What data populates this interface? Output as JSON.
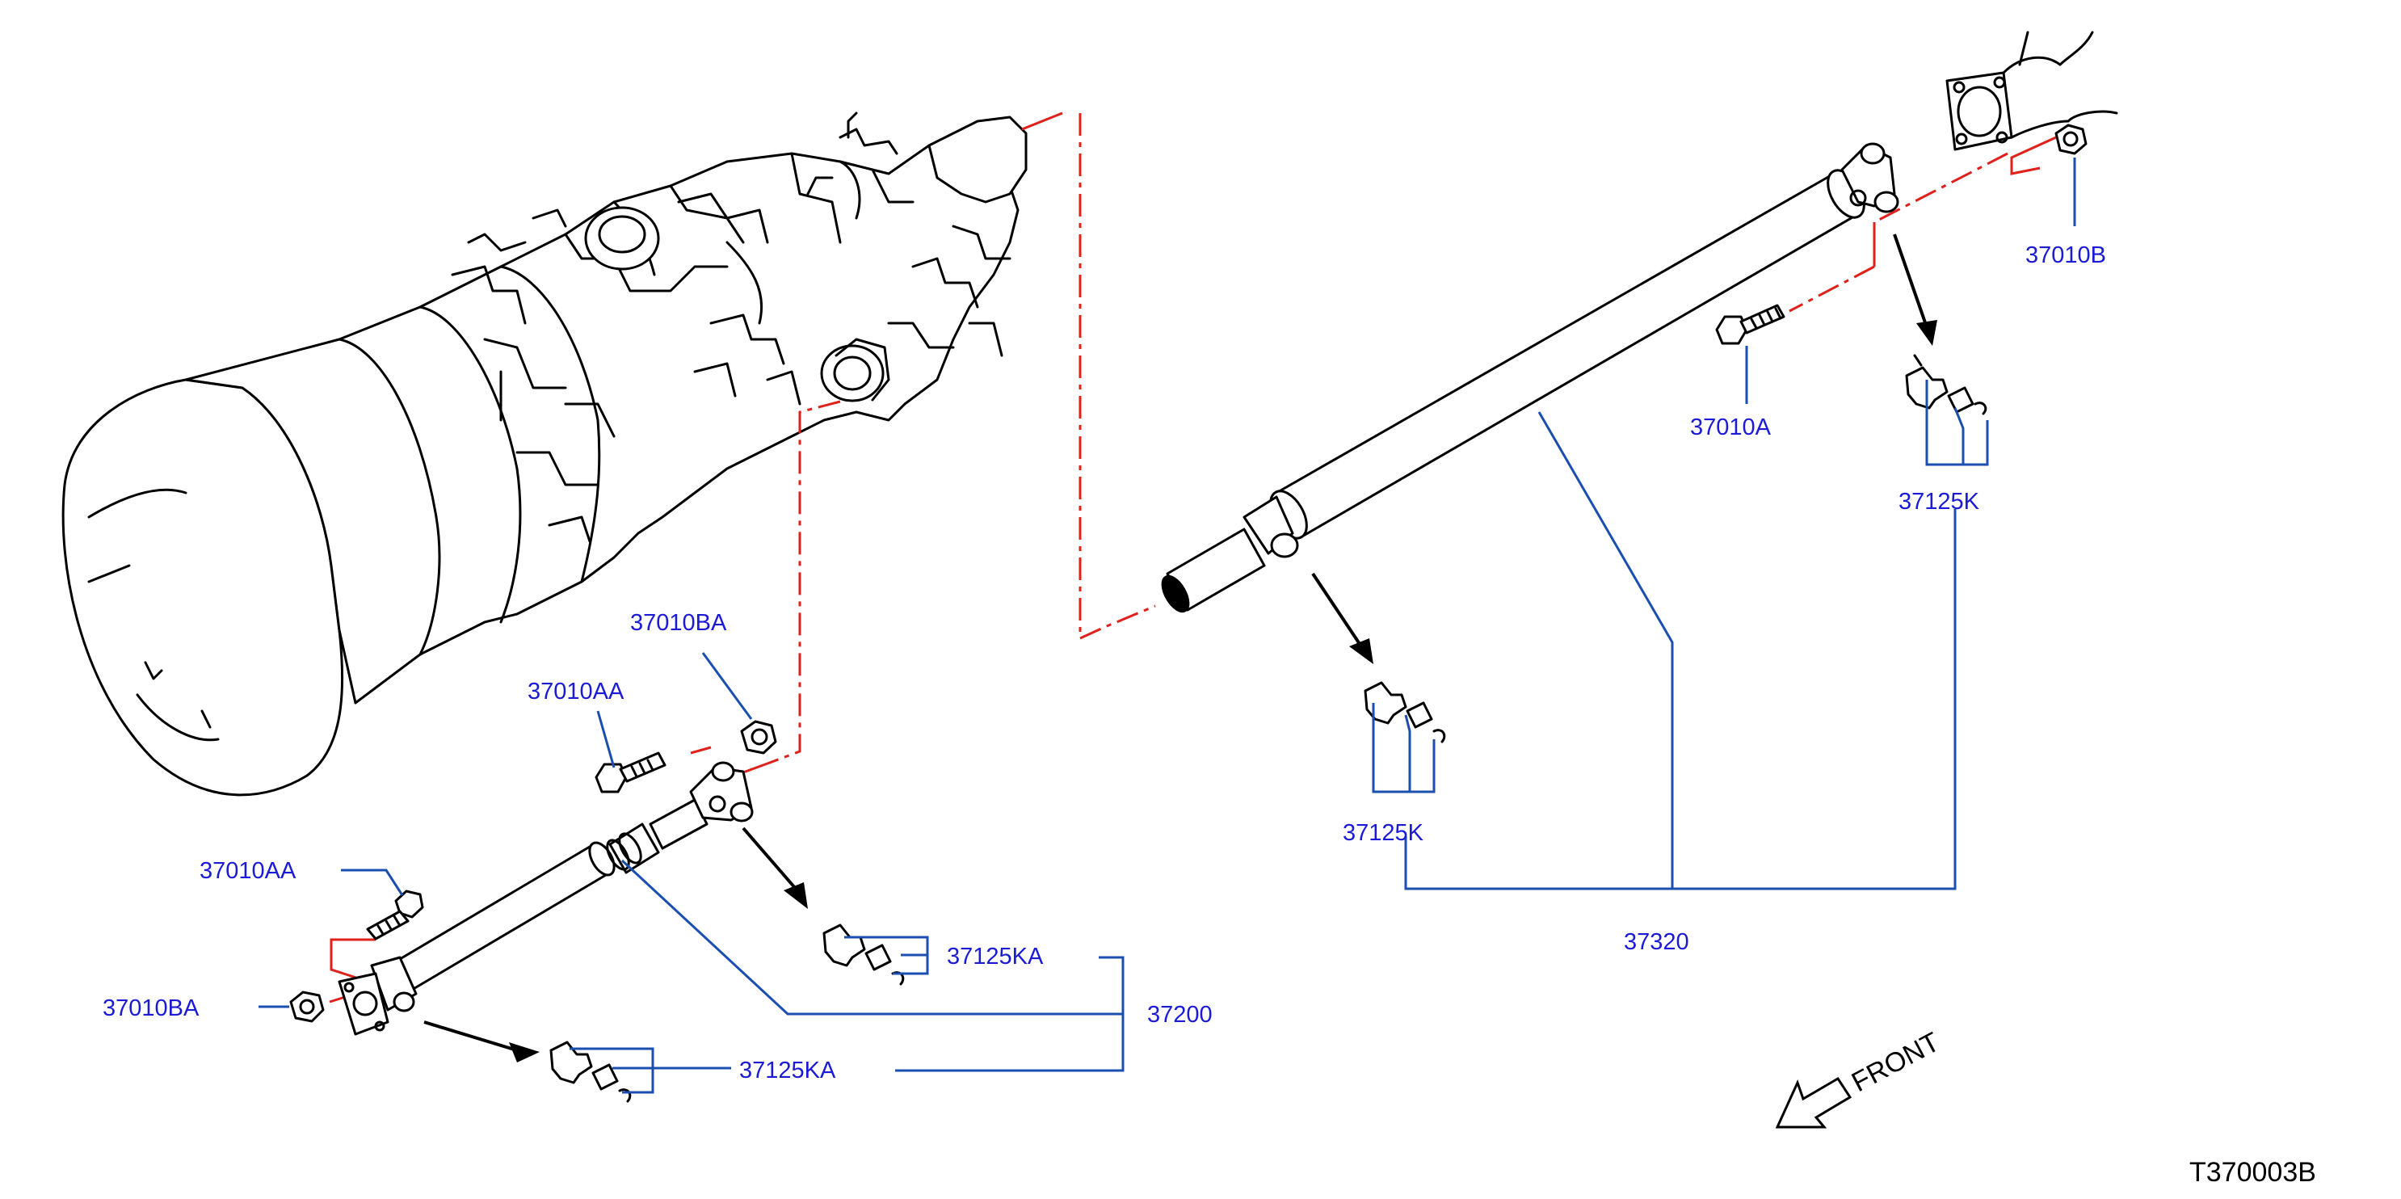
{
  "labels": {
    "l37010B": "37010B",
    "l37010A": "37010A",
    "l37125K_right": "37125K",
    "l37125K_mid": "37125K",
    "l37320": "37320",
    "l37010BA_top": "37010BA",
    "l37010AA_top": "37010AA",
    "l37010AA_left": "37010AA",
    "l37010BA_left": "37010BA",
    "l37125KA_upper": "37125KA",
    "l37125KA_lower": "37125KA",
    "l37200": "37200"
  },
  "front_label": "FRONT",
  "diagram_code": "T370003B",
  "colors": {
    "callout": "#1b1bd6",
    "leader": "#1a4fb0",
    "reference_line": "#e0201b",
    "linework": "#000000"
  }
}
